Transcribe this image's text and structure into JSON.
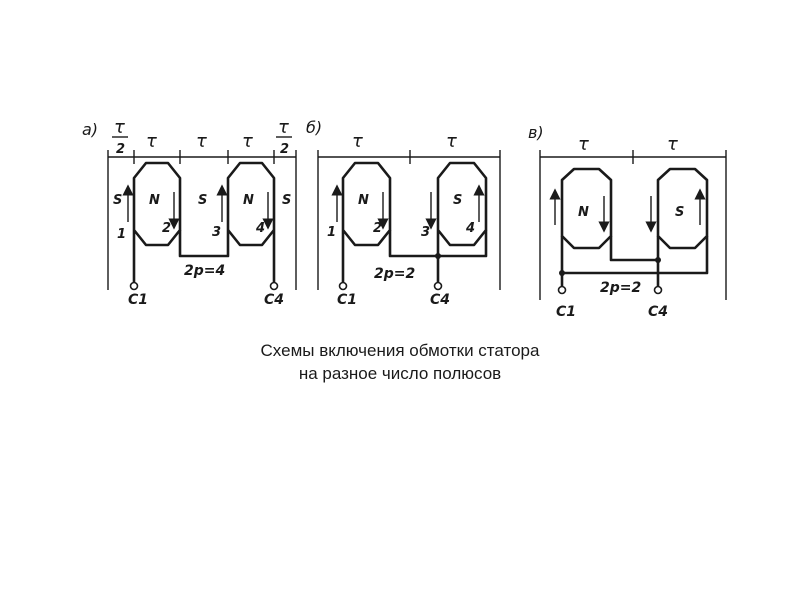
{
  "diagram": {
    "caption_line1": "Схемы включения обмотки статора",
    "caption_line2": "на разное число полюсов",
    "a": {
      "label": "а)",
      "tau": "τ",
      "half_tau": "τ",
      "half_den": "2",
      "poles": [
        "S",
        "N",
        "S",
        "N",
        "S"
      ],
      "coil_numbers": [
        "1",
        "2",
        "3",
        "4"
      ],
      "pole_pairs": "2p=4",
      "terminal_left": "C1",
      "terminal_right": "C4"
    },
    "b": {
      "label": "б)",
      "tau": "τ",
      "poles": [
        "N",
        "S"
      ],
      "coil_numbers": [
        "1",
        "2",
        "3",
        "4"
      ],
      "pole_pairs": "2p=2",
      "terminal_left": "C1",
      "terminal_right": "C4"
    },
    "c": {
      "label": "в)",
      "tau": "τ",
      "poles": [
        "N",
        "S"
      ],
      "pole_pairs": "2p=2",
      "terminal_left": "C1",
      "terminal_right": "C4"
    }
  }
}
